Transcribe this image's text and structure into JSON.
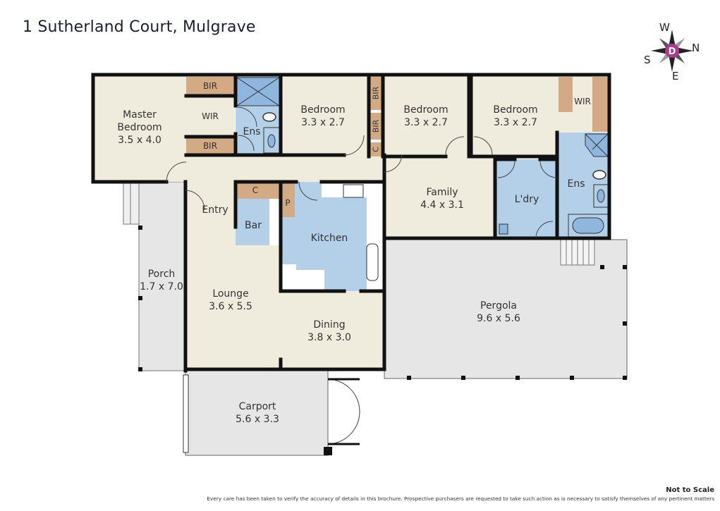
{
  "header": {
    "title": "1 Sutherland Court, Mulgrave"
  },
  "compass": {
    "logo_letter": "D",
    "north": "N",
    "south": "S",
    "east": "E",
    "west": "W",
    "accent_color": "#b0378e"
  },
  "rooms": {
    "master_bedroom": {
      "name": "Master\nBedroom",
      "name_line1": "Master",
      "name_line2": "Bedroom",
      "dims": "3.5 x 4.0"
    },
    "master_wir": {
      "name": "WIR"
    },
    "master_bir_top": {
      "name": "BIR"
    },
    "master_bir_bottom": {
      "name": "BIR"
    },
    "master_ens": {
      "name": "Ens"
    },
    "bedroom_2": {
      "name": "Bedroom",
      "dims": "3.3 x 2.7"
    },
    "bedroom_3": {
      "name": "Bedroom",
      "dims": "3.3 x 2.7"
    },
    "bedroom_4": {
      "name": "Bedroom",
      "dims": "3.3 x 2.7"
    },
    "bir_vertical_1": {
      "name": "BIR"
    },
    "bir_vertical_2": {
      "name": "BIR"
    },
    "linen_c": {
      "name": "C"
    },
    "wir_right": {
      "name": "WIR"
    },
    "ens_right": {
      "name": "Ens"
    },
    "laundry": {
      "name": "L'dry"
    },
    "family": {
      "name": "Family",
      "dims": "4.4 x 3.1"
    },
    "entry": {
      "name": "Entry"
    },
    "coat_c": {
      "name": "C"
    },
    "pantry": {
      "name": "P"
    },
    "bar": {
      "name": "Bar"
    },
    "kitchen": {
      "name": "Kitchen"
    },
    "porch": {
      "name": "Porch",
      "dims": "1.7 x 7.0"
    },
    "lounge": {
      "name": "Lounge",
      "dims": "3.6 x 5.5"
    },
    "dining": {
      "name": "Dining",
      "dims": "3.8 x 3.0"
    },
    "pergola": {
      "name": "Pergola",
      "dims": "9.6 x 5.6"
    },
    "carport": {
      "name": "Carport",
      "dims": "5.6 x 3.3"
    }
  },
  "colors": {
    "living": "#f0ecdd",
    "wet": "#b4d0e8",
    "storage": "#d2ab85",
    "outdoor": "#e6e6e6",
    "wall": "#111111"
  },
  "footer": {
    "scale_note": "Not to Scale",
    "disclaimer": "Every care has been taken to verify the accuracy of details in this brochure. Prospective purchasers are requested to take such action as is necessary to satisfy themselves of any pertinent matters"
  }
}
